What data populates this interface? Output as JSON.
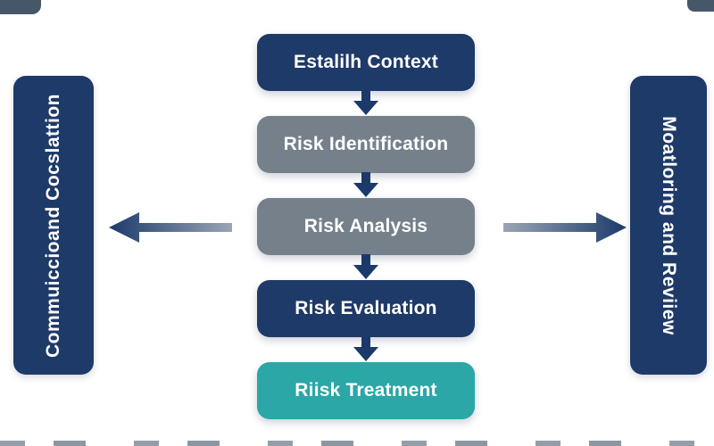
{
  "diagram": {
    "type": "risk-management-process-flow",
    "side_bars": {
      "left": {
        "label": "Commuiccioand Cocslattion"
      },
      "right": {
        "label": "Moatloring and Reviiew"
      }
    },
    "steps": [
      {
        "label": "Estalilh Context",
        "variant": "navy"
      },
      {
        "label": "Risk Identification",
        "variant": "gray"
      },
      {
        "label": "Risk Analysis",
        "variant": "gray"
      },
      {
        "label": "Risk Evaluation",
        "variant": "navy"
      },
      {
        "label": "Riisk Treatment",
        "variant": "teal"
      }
    ],
    "connectors": {
      "down_arrow_count": 4,
      "horizontal_arrows": [
        "left",
        "right"
      ]
    },
    "colors": {
      "navy": "#1e3a68",
      "gray": "#75808a",
      "teal": "#2aa7a6",
      "arrow_navy": "#1b3a6b",
      "arrow_tail_fade": "#9aa6b6",
      "text": "#ffffff",
      "background": "#ffffff"
    }
  }
}
